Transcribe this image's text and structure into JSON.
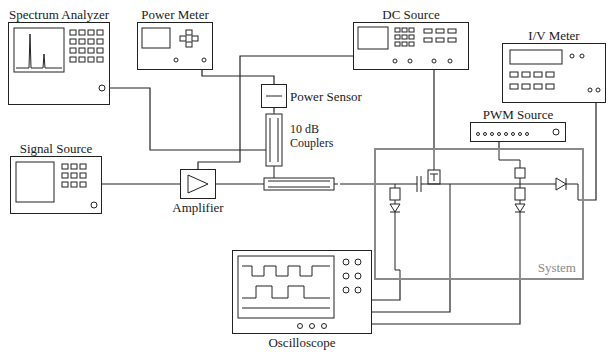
{
  "diagram": {
    "nodes": [
      {
        "text": [
          "Spectrum Analyzer"
        ]
      },
      {
        "text": [
          "Power Meter"
        ]
      },
      {
        "text": [
          "DC Source"
        ]
      },
      {
        "text": [
          "I/V Meter"
        ]
      },
      {
        "text": [
          "Power Sensor"
        ]
      },
      {
        "text": [
          "10 dB Couplers"
        ]
      },
      {
        "text": [
          "PWM Source"
        ]
      },
      {
        "text": [
          "Signal Source"
        ]
      },
      {
        "text": [
          "Amplifier"
        ]
      },
      {
        "text": [
          "System"
        ]
      },
      {
        "text": [
          "Oscilloscope"
        ]
      }
    ],
    "edges": [
      {
        "from": 7,
        "to": 8,
        "arrow": "none"
      },
      {
        "from": 8,
        "to": 5,
        "arrow": "none"
      },
      {
        "from": 5,
        "to": 9,
        "arrow": "none"
      },
      {
        "from": 5,
        "to": 4,
        "arrow": "none"
      },
      {
        "from": 4,
        "to": 1,
        "arrow": "none"
      },
      {
        "from": 5,
        "to": 0,
        "arrow": "none"
      },
      {
        "from": 2,
        "to": 8,
        "arrow": "none"
      },
      {
        "from": 2,
        "to": 9,
        "arrow": "none"
      },
      {
        "from": 6,
        "to": 9,
        "arrow": "none"
      },
      {
        "from": 3,
        "to": 9,
        "arrow": "none"
      },
      {
        "from": 10,
        "to": 9,
        "arrow": "none"
      },
      {
        "from": 10,
        "to": 9,
        "arrow": "none"
      },
      {
        "from": 10,
        "to": 9,
        "arrow": "none"
      }
    ]
  }
}
